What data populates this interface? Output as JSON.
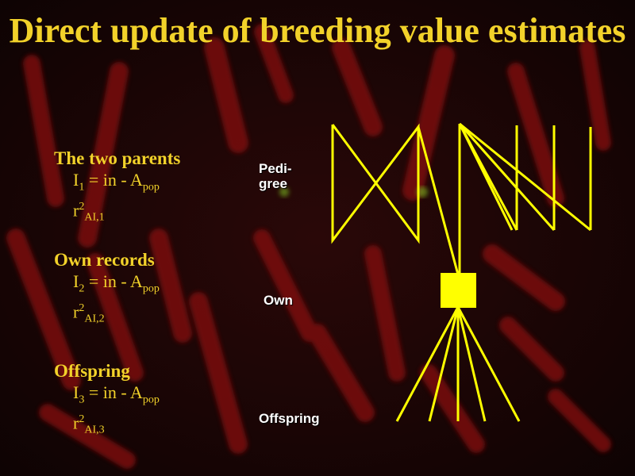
{
  "title": "Direct update of breeding value estimates",
  "sections": [
    {
      "heading": "The two parents",
      "formula_prefix": "I",
      "formula_sub": "1",
      "formula_mid": " = in - A",
      "formula_pop": "pop",
      "r_prefix": "r",
      "r_sup": "2",
      "r_sub": "AI,1"
    },
    {
      "heading": "Own records",
      "formula_prefix": "I",
      "formula_sub": "2",
      "formula_mid": " = in - A",
      "formula_pop": "pop",
      "r_prefix": "r",
      "r_sup": "2",
      "r_sub": "AI,2"
    },
    {
      "heading": "Offspring",
      "formula_prefix": "I",
      "formula_sub": "3",
      "formula_mid": " = in - A",
      "formula_pop": "pop",
      "r_prefix": "r",
      "r_sup": "2",
      "r_sub": "AI,3"
    }
  ],
  "diagram_labels": {
    "pedigree_line1": "Pedi-",
    "pedigree_line2": "gree",
    "own": "Own",
    "offspring": "Offspring"
  },
  "colors": {
    "text": "#f2d22a",
    "lines": "#ffff00",
    "background": "#1a0606",
    "chromosome": "#8a1010"
  }
}
